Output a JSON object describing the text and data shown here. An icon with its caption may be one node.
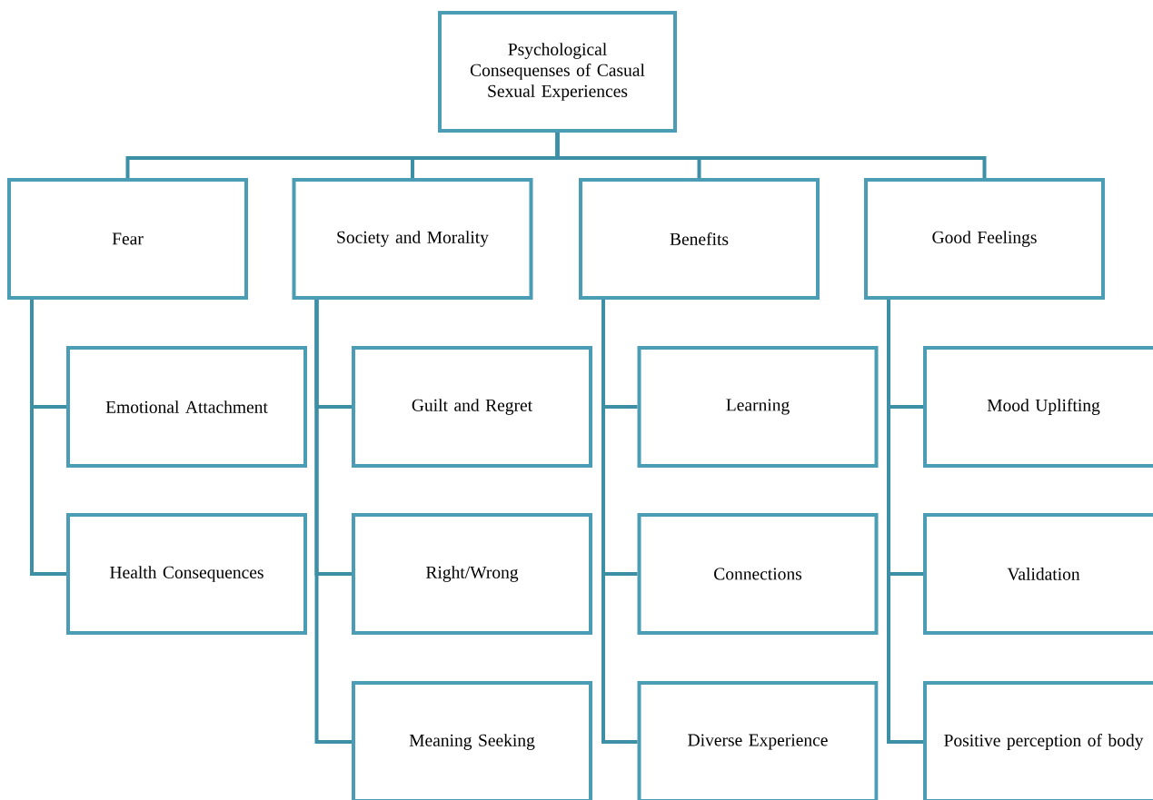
{
  "diagram": {
    "nodes": [
      {
        "text": [
          "Psychological Consequenses of Casual Sexual Experiences"
        ]
      },
      {
        "text": [
          "Fear"
        ]
      },
      {
        "text": [
          "Society and Morality"
        ]
      },
      {
        "text": [
          "Benefits"
        ]
      },
      {
        "text": [
          "Good Feelings"
        ]
      },
      {
        "text": [
          "Emotional Attachment"
        ]
      },
      {
        "text": [
          "Health Consequences"
        ]
      },
      {
        "text": [
          "Guilt and Regret"
        ]
      },
      {
        "text": [
          "Right/Wrong"
        ]
      },
      {
        "text": [
          "Meaning Seeking"
        ]
      },
      {
        "text": [
          "Learning"
        ]
      },
      {
        "text": [
          "Connections"
        ]
      },
      {
        "text": [
          "Diverse Experience"
        ]
      },
      {
        "text": [
          "Mood Uplifting"
        ]
      },
      {
        "text": [
          "Validation"
        ]
      },
      {
        "text": [
          "Positive perception of body"
        ]
      }
    ],
    "edges": [
      {
        "from": 0,
        "to": 1,
        "arrow": "none"
      },
      {
        "from": 0,
        "to": 2,
        "arrow": "none"
      },
      {
        "from": 0,
        "to": 3,
        "arrow": "none"
      },
      {
        "from": 0,
        "to": 4,
        "arrow": "none"
      },
      {
        "from": 1,
        "to": 5,
        "arrow": "none"
      },
      {
        "from": 1,
        "to": 6,
        "arrow": "none"
      },
      {
        "from": 2,
        "to": 7,
        "arrow": "none"
      },
      {
        "from": 2,
        "to": 8,
        "arrow": "none"
      },
      {
        "from": 2,
        "to": 9,
        "arrow": "none"
      },
      {
        "from": 3,
        "to": 10,
        "arrow": "none"
      },
      {
        "from": 3,
        "to": 11,
        "arrow": "none"
      },
      {
        "from": 3,
        "to": 12,
        "arrow": "none"
      },
      {
        "from": 4,
        "to": 13,
        "arrow": "none"
      },
      {
        "from": 4,
        "to": 14,
        "arrow": "none"
      },
      {
        "from": 4,
        "to": 15,
        "arrow": "none"
      }
    ]
  }
}
